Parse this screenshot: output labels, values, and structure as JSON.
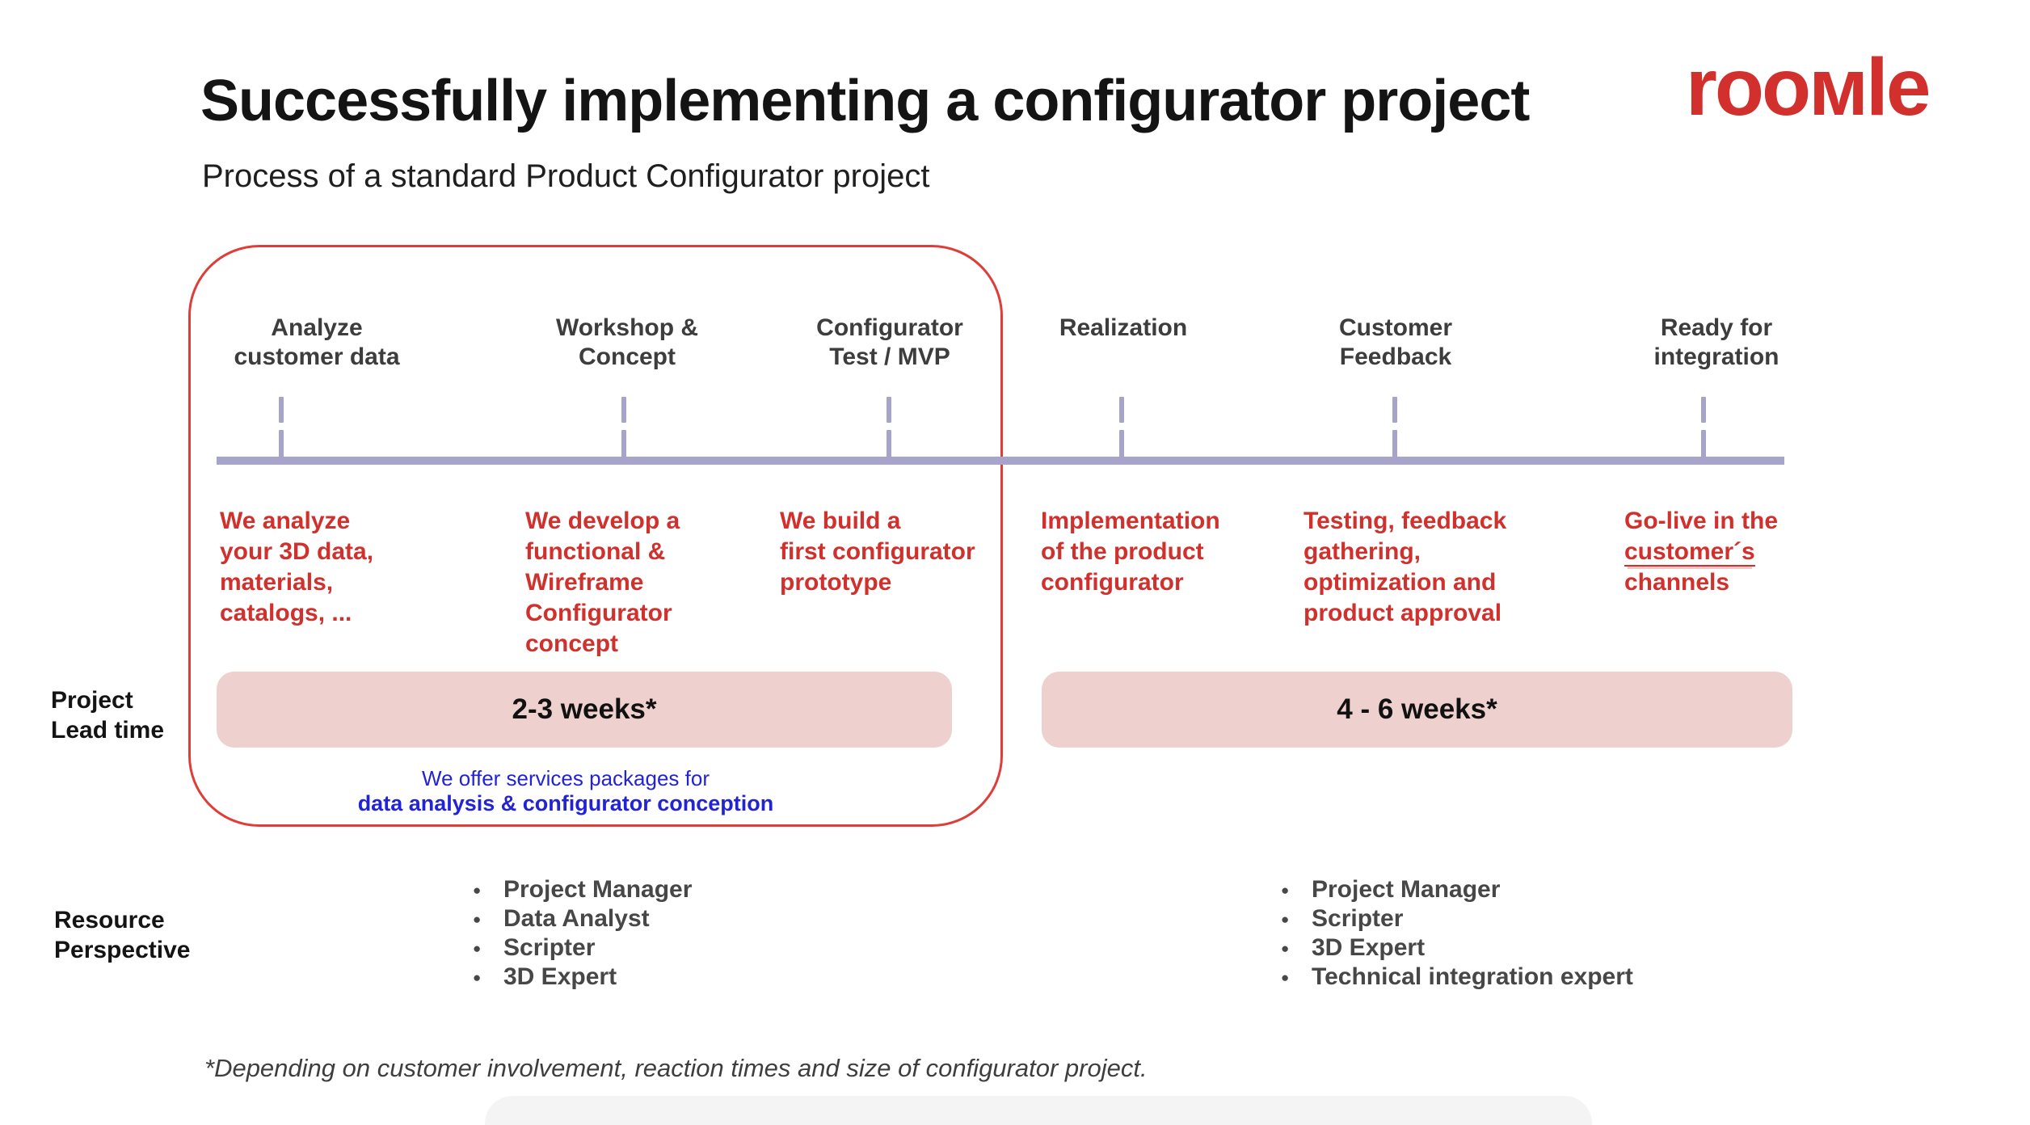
{
  "slide": {
    "title": "Successfully implementing a configurator project",
    "subtitle": "Process of a standard Product Configurator project",
    "logo_text": "rooмle",
    "footnote": "*Depending on customer involvement, reaction times and size of configurator project."
  },
  "colors": {
    "accent_red": "#d0312d",
    "logo_red": "#d2302c",
    "box_border_red": "#de3d38",
    "timeline_lavender": "#a6a4ca",
    "bar_pink": "#eed1cf",
    "note_blue": "#2323d6"
  },
  "timeline": {
    "phases": [
      {
        "label": "Analyze\ncustomer data",
        "description": "We analyze\nyour 3D data,\nmaterials,\ncatalogs, ..."
      },
      {
        "label": "Workshop &\nConcept",
        "description": "We develop a\nfunctional &\nWireframe\nConfigurator\nconcept"
      },
      {
        "label": "Configurator\nTest / MVP",
        "description": "We build a\nfirst configurator\nprototype"
      },
      {
        "label": "Realization",
        "description": "Implementation\nof the product\nconfigurator"
      },
      {
        "label": "Customer\nFeedback",
        "description": "Testing, feedback\ngathering,\noptimization and\nproduct approval"
      },
      {
        "label": "Ready for\nintegration",
        "description_parts": {
          "line1": "Go-live in the",
          "underlined": "customer´s",
          "line3": "channels"
        }
      }
    ]
  },
  "lead_time": {
    "row_label": "Project\nLead time",
    "bar1_text": "2-3 weeks*",
    "bar2_text": "4 - 6 weeks*",
    "offer_line1": "We offer services packages for",
    "offer_line2": "data analysis & configurator conception"
  },
  "resources": {
    "row_label": "Resource\nPerspective",
    "bullet_icon": "●",
    "left_list": [
      "Project Manager",
      "Data Analyst",
      "Scripter",
      "3D Expert"
    ],
    "right_list": [
      "Project Manager",
      "Scripter",
      "3D Expert",
      "Technical integration expert"
    ]
  }
}
